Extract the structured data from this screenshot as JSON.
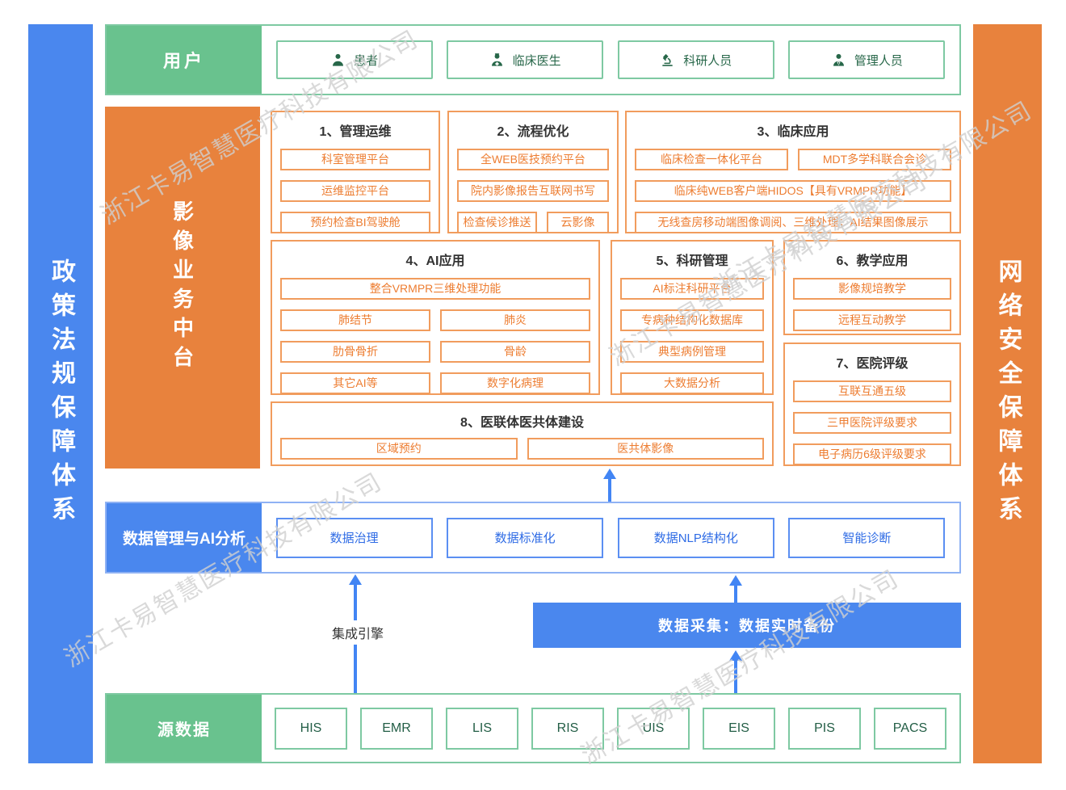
{
  "watermark": {
    "text": "浙江卡易智慧医疗科技有限公司"
  },
  "left_bar": {
    "label": "政策法规保障体系"
  },
  "right_bar": {
    "label": "网络安全保障体系"
  },
  "users": {
    "label": "用户",
    "items": [
      {
        "icon": "patient-icon",
        "label": "患者"
      },
      {
        "icon": "doctor-icon",
        "label": "临床医生"
      },
      {
        "icon": "microscope-icon",
        "label": "科研人员"
      },
      {
        "icon": "manager-icon",
        "label": "管理人员"
      }
    ]
  },
  "platform": {
    "label": "影像业务中台",
    "sections": [
      {
        "title": "1、管理运维",
        "items": [
          "科室管理平台",
          "运维监控平台",
          "预约检查BI驾驶舱"
        ]
      },
      {
        "title": "2、流程优化",
        "items": [
          "全WEB医技预约平台",
          "院内影像报告互联网书写",
          "检查候诊推送",
          "云影像"
        ]
      },
      {
        "title": "3、临床应用",
        "items": [
          "临床检查一体化平台",
          "MDT多学科联合会诊",
          "临床纯WEB客户端HIDOS【具有VRMPR功能】",
          "无线查房移动端图像调阅、三维处理；AI结果图像展示"
        ]
      },
      {
        "title": "4、AI应用",
        "items": [
          "整合VRMPR三维处理功能",
          "肺结节",
          "肺炎",
          "肋骨骨折",
          "骨龄",
          "其它AI等",
          "数字化病理"
        ]
      },
      {
        "title": "5、科研管理",
        "items": [
          "AI标注科研平台",
          "专病种结构化数据库",
          "典型病例管理",
          "大数据分析"
        ]
      },
      {
        "title": "6、教学应用",
        "items": [
          "影像规培教学",
          "远程互动教学"
        ]
      },
      {
        "title": "7、医院评级",
        "items": [
          "互联互通五级",
          "三甲医院评级要求",
          "电子病历6级评级要求"
        ]
      },
      {
        "title": "8、医联体医共体建设",
        "items": [
          "区域预约",
          "医共体影像"
        ]
      }
    ]
  },
  "data_mgmt": {
    "label": "数据管理与AI分析",
    "items": [
      "数据治理",
      "数据标准化",
      "数据NLP结构化",
      "智能诊断"
    ]
  },
  "integration": {
    "label": "集成引擎"
  },
  "collection": {
    "label": "数据采集：数据实时备份"
  },
  "source": {
    "label": "源数据",
    "items": [
      "HIS",
      "EMR",
      "LIS",
      "RIS",
      "UIS",
      "EIS",
      "PIS",
      "PACS"
    ]
  },
  "colors": {
    "green": "#69c28e",
    "green_border": "#7ec9a2",
    "green_text": "#276749",
    "orange": "#e8823d",
    "orange_border": "#f19c5d",
    "orange_text": "#ed7d31",
    "blue": "#4a87ee",
    "blue_text": "#2e6be5",
    "arrow_blue": "#4285f4",
    "title_text": "#333333",
    "watermark_gray": "#d0d0d0"
  }
}
